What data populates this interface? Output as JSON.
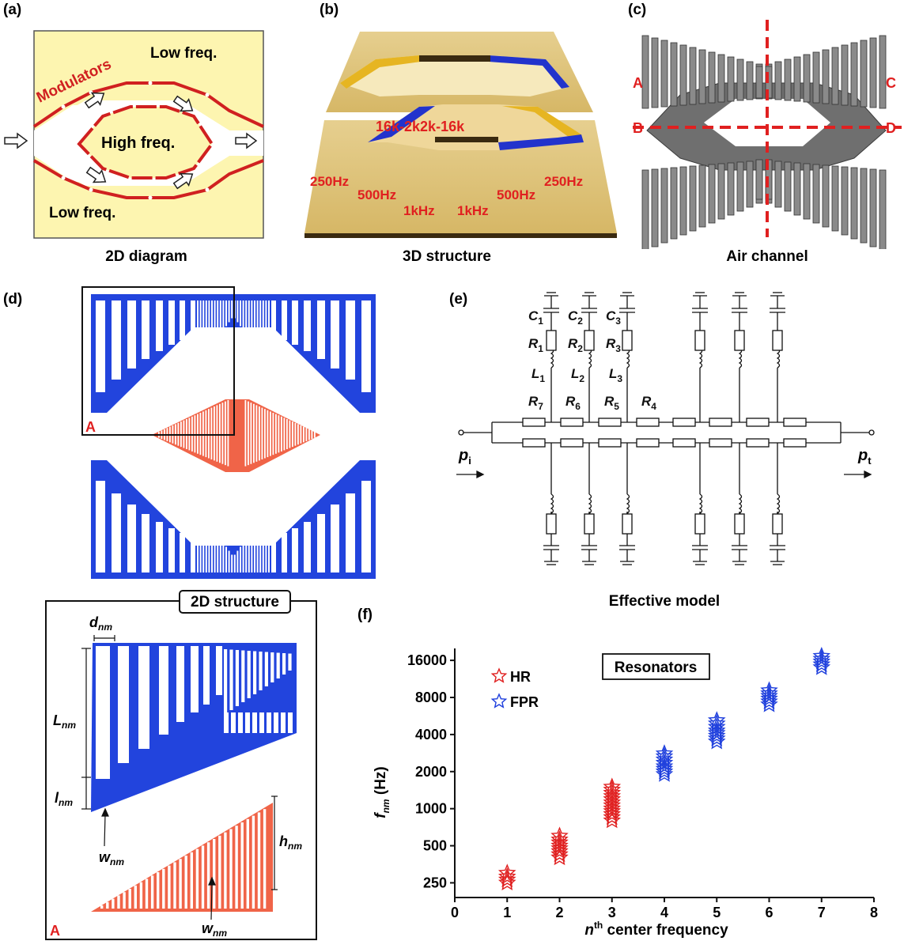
{
  "panels": {
    "a": {
      "label": "(a)",
      "caption": "2D diagram",
      "text_modulators": "Modulators",
      "text_low_top": "Low freq.",
      "text_high": "High freq.",
      "text_low_bottom": "Low freq."
    },
    "b": {
      "label": "(b)",
      "caption": "3D structure",
      "text_center": "16k-2k2k-16k",
      "freqs": [
        "250Hz",
        "500Hz",
        "1kHz",
        "1kHz",
        "500Hz",
        "250Hz"
      ]
    },
    "c": {
      "label": "(c)",
      "caption": "Air channel",
      "letters": [
        "A",
        "B",
        "C",
        "D"
      ]
    },
    "d": {
      "label": "(d)",
      "region_label": "A",
      "struct_title": "2D structure",
      "inset_label": "A",
      "params": [
        "d",
        "nm",
        "L",
        "nm",
        "l",
        "nm",
        "w",
        "nm",
        "h",
        "nm",
        "w",
        "nm"
      ]
    },
    "e": {
      "label": "(e)",
      "caption": "Effective model",
      "C": [
        "C",
        "1",
        "C",
        "2",
        "C",
        "3"
      ],
      "R": [
        "R",
        "1",
        "R",
        "2",
        "R",
        "3"
      ],
      "L": [
        "L",
        "1",
        "L",
        "2",
        "L",
        "3"
      ],
      "Rb": [
        "R",
        "7",
        "R",
        "6",
        "R",
        "5",
        "R",
        "4"
      ],
      "pi": [
        "p",
        "i"
      ],
      "pt": [
        "p",
        "t"
      ]
    },
    "f": {
      "label": "(f)"
    }
  },
  "colors": {
    "blue": "#2244dd",
    "orange": "#f06448",
    "red": "#e02020",
    "starRed": "#e02020",
    "starBlue": "#2040dd",
    "yellow": "#fdf5b0"
  },
  "chart_data": {
    "type": "scatter",
    "xlabel_main": "n",
    "xlabel_sup": "th",
    "xlabel_rest": " center frequency",
    "ylabel_main": "f",
    "ylabel_sub": "nm",
    "ylabel_unit": " (Hz)",
    "y_scale": "log2",
    "xlim": [
      0,
      8
    ],
    "ylim": [
      190,
      20000
    ],
    "xticks": [
      "0",
      "1",
      "2",
      "3",
      "4",
      "5",
      "6",
      "7",
      "8"
    ],
    "yticks": [
      "250",
      "500",
      "1000",
      "2000",
      "4000",
      "8000",
      "16000"
    ],
    "ytick_values": [
      250,
      500,
      1000,
      2000,
      4000,
      8000,
      16000
    ],
    "legend_title": "Resonators",
    "legend": [
      "HR",
      "FPR"
    ],
    "series": [
      {
        "name": "HR",
        "color": "#e02020",
        "points": [
          [
            1,
            250
          ],
          [
            1,
            265
          ],
          [
            1,
            280
          ],
          [
            1,
            300
          ],
          [
            2,
            400
          ],
          [
            2,
            425
          ],
          [
            2,
            450
          ],
          [
            2,
            475
          ],
          [
            2,
            500
          ],
          [
            2,
            530
          ],
          [
            2,
            560
          ],
          [
            2,
            600
          ],
          [
            3,
            800
          ],
          [
            3,
            850
          ],
          [
            3,
            900
          ],
          [
            3,
            950
          ],
          [
            3,
            1000
          ],
          [
            3,
            1060
          ],
          [
            3,
            1120
          ],
          [
            3,
            1190
          ],
          [
            3,
            1260
          ],
          [
            3,
            1340
          ],
          [
            3,
            1420
          ],
          [
            3,
            1500
          ]
        ]
      },
      {
        "name": "FPR",
        "color": "#2040dd",
        "points": [
          [
            4,
            1900
          ],
          [
            4,
            2000
          ],
          [
            4,
            2100
          ],
          [
            4,
            2200
          ],
          [
            4,
            2350
          ],
          [
            4,
            2500
          ],
          [
            4,
            2650
          ],
          [
            4,
            2800
          ],
          [
            5,
            3500
          ],
          [
            5,
            3700
          ],
          [
            5,
            3900
          ],
          [
            5,
            4100
          ],
          [
            5,
            4300
          ],
          [
            5,
            4600
          ],
          [
            5,
            4900
          ],
          [
            5,
            5200
          ],
          [
            6,
            7000
          ],
          [
            6,
            7400
          ],
          [
            6,
            7800
          ],
          [
            6,
            8200
          ],
          [
            6,
            8600
          ],
          [
            6,
            9100
          ],
          [
            7,
            14000
          ],
          [
            7,
            14800
          ],
          [
            7,
            15600
          ],
          [
            7,
            16400
          ],
          [
            7,
            17300
          ]
        ]
      }
    ]
  }
}
